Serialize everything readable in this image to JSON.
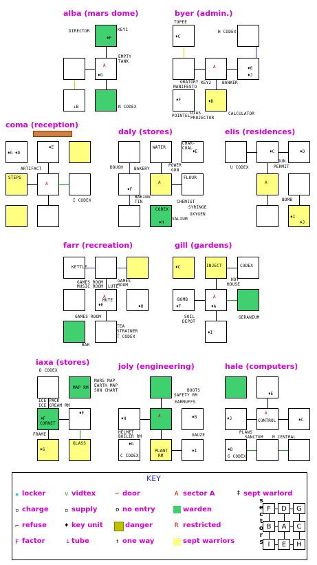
{
  "sections": [
    {
      "id": "alba",
      "title": "alba (mars dome)"
    },
    {
      "id": "byer",
      "title": "byer (admin.)"
    },
    {
      "id": "coma",
      "title": "coma (reception)"
    },
    {
      "id": "daly",
      "title": "daly (stores)"
    },
    {
      "id": "elis",
      "title": "elis (residences)"
    },
    {
      "id": "farr",
      "title": "farr (recreation)"
    },
    {
      "id": "gill",
      "title": "gill (gardens)"
    },
    {
      "id": "iaxa",
      "title": "iaxa (stores)"
    },
    {
      "id": "joly",
      "title": "joly (engineering)"
    },
    {
      "id": "hale",
      "title": "hale (computers)"
    }
  ],
  "labels": {
    "alba": [
      "DIRECTOR",
      "KEY1",
      "EMPTY",
      "TANK",
      "N CODEX"
    ],
    "byer": [
      "TOPEE",
      "H CODEX",
      "ORATORY",
      "MANIFESTO",
      "KEY2",
      "BANKER",
      "POINTEL",
      "DIAS",
      "PROJECTOR",
      "CALCULATOR"
    ],
    "coma": [
      "ARTIFACT",
      "STEPS",
      "I CODEX"
    ],
    "daly": [
      "WATER",
      "CHAR-",
      "COAL",
      "DOUGH",
      "BAKERY",
      "POWER",
      "GUN",
      "FLOUR",
      "BAKING",
      "TIN",
      "CHEMIST",
      "SYRINGE",
      "OXYGEN",
      "VALIUM",
      "CODEX"
    ],
    "elis": [
      "U CODEX",
      "GUN",
      "PERMIT",
      "BOMB"
    ],
    "farr": [
      "KETTLE",
      "GAMES ROOM",
      "MUSIC ROOM",
      "LUTE",
      "MUTE",
      "GAMES ROOM",
      "TEA",
      "STRAINER",
      "T CODEX",
      "BAR",
      "GAMES",
      "ROOM"
    ],
    "gill": [
      "INJECT",
      "CODEX",
      "HOT",
      "HOUSE",
      "BOMB",
      "SOIL",
      "DEPOT",
      "GERANIUM"
    ],
    "iaxa": [
      "D CODEX",
      "MARS MAP",
      "EARTH MAP",
      "SUN CHART",
      "MAP RM",
      "ICE PACK",
      "ICE CREAM RM",
      "CORNET",
      "FRAME",
      "GLASS"
    ],
    "joly": [
      "BOOTS",
      "SAFETY RM",
      "EARMUFFS",
      "HELMET",
      "BOILER RM",
      "C CODEX",
      "GAUZE",
      "PLANT",
      "RM"
    ],
    "hale": [
      "PLANS",
      "SANCTUM",
      "M CENTRAL",
      "CONTROL",
      "G CODEX"
    ]
  },
  "key": {
    "title": "KEY",
    "items": [
      {
        "icon": "▪",
        "color": "#30c0ff",
        "label": "locker"
      },
      {
        "icon": "▫",
        "color": "#000000",
        "label": "charge"
      },
      {
        "icon": "⌐",
        "color": "#d00000",
        "label": "refuse"
      },
      {
        "icon": "F",
        "color": "#d400d4",
        "label": "factor"
      },
      {
        "icon": "v",
        "color": "#20a020",
        "label": "vidtex"
      },
      {
        "icon": "▫",
        "color": "#000000",
        "label": "supply"
      },
      {
        "icon": "♦",
        "color": "#000000",
        "label": "key unit"
      },
      {
        "icon": "ı",
        "color": "#d400d4",
        "label": "tube"
      },
      {
        "icon": "⌐",
        "color": "#d00000",
        "label": "door"
      },
      {
        "icon": "o",
        "color": "#000000",
        "label": "no entry"
      },
      {
        "icon": "▒",
        "color": "#c0c000",
        "label": "danger"
      },
      {
        "icon": "↑",
        "color": "#000000",
        "label": "one way"
      },
      {
        "icon": "A",
        "color": "#d00000",
        "label": "sector A"
      },
      {
        "icon": "▲",
        "color": "#20a020",
        "label": "warden"
      },
      {
        "icon": "R",
        "color": "#d00000",
        "label": "restricted"
      },
      {
        "icon": "■",
        "color": "#ffff80",
        "label": "sept warriors"
      },
      {
        "icon": "‡",
        "color": "#000000",
        "label": "sept warlord"
      }
    ],
    "sectors_word": "sectors",
    "sector_grid": [
      [
        "F",
        "D",
        "G"
      ],
      [
        "B",
        "A",
        "C"
      ],
      [
        "I",
        "E",
        "H"
      ]
    ]
  },
  "colors": {
    "title": "#d400d4",
    "yellow": "#ffff80",
    "green": "#40d070",
    "door": "#d00000",
    "blue": "#2030ff"
  }
}
